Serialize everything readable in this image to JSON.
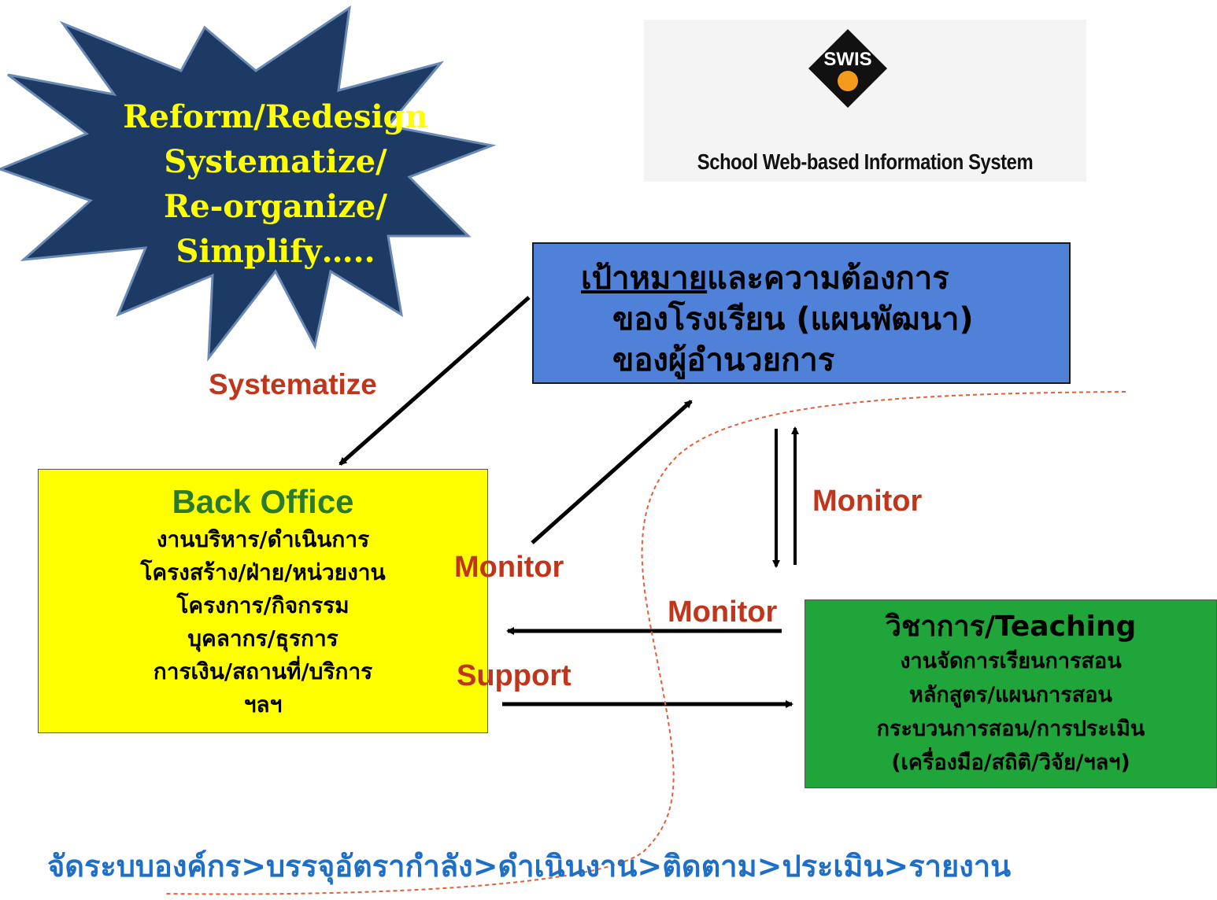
{
  "starburst": {
    "lines": [
      "Reform/Redesign",
      "Systematize/",
      "Re-organize/",
      "Simplify….."
    ],
    "fill_color": "#1c3a64",
    "text_color": "#ffff00"
  },
  "logo": {
    "badge": "SWIS",
    "caption": "School Web-based Information System"
  },
  "goal_box": {
    "underlined": "เป้าหมาย",
    "line1_rest": "และความต้องการ",
    "line2": "ของโรงเรียน (แผนพัฒนา)",
    "line3": "ของผู้อำนวยการ",
    "color": "#4f81d9"
  },
  "back_office": {
    "title": "Back Office",
    "items": [
      "งานบริหาร/ดำเนินการ",
      "โครงสร้าง/ฝ่าย/หน่วยงาน",
      "โครงการ/กิจกรรม",
      "บุคลากร/ธุรการ",
      "การเงิน/สถานที่/บริการ",
      "ฯลฯ"
    ],
    "color": "#ffff00"
  },
  "teaching": {
    "title": "วิชาการ/Teaching",
    "items": [
      "งานจัดการเรียนการสอน",
      "หลักสูตร/แผนการสอน",
      "กระบวนการสอน/การประเมิน",
      "(เครื่องมือ/สถิติ/วิจัย/ฯลฯ)"
    ],
    "color": "#1fa53a"
  },
  "labels": {
    "systematize": "Systematize",
    "monitor_right": "Monitor",
    "monitor_middle": "Monitor",
    "monitor_lower": "Monitor",
    "support": "Support",
    "color": "#c0361c"
  },
  "bottom_process": "จัดระบบองค์กร>บรรจุอัตรากำลัง>ดำเนินงาน>ติดตาม>ประเมิน>รายงาน"
}
